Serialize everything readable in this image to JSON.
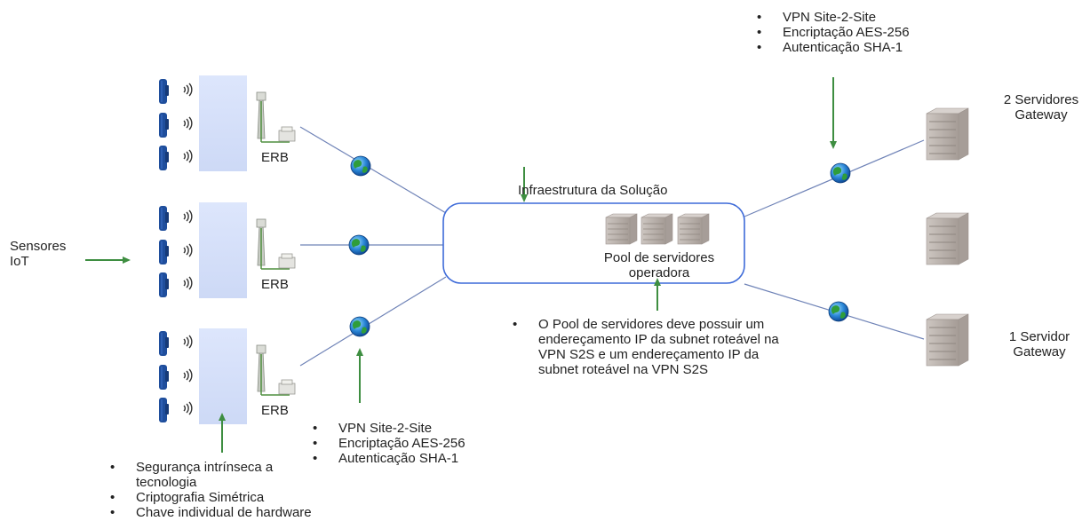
{
  "labels": {
    "sensors": "Sensores\nIoT",
    "erb": "ERB",
    "infra": "Infraestrutura da Solução",
    "pool": "Pool de servidores\noperadora",
    "gateway_two": "2 Servidores\nGateway",
    "gateway_one": "1 Servidor\nGateway"
  },
  "notes": {
    "vpn_top": [
      "VPN Site-2-Site",
      "Encriptação AES-256",
      "Autenticação SHA-1"
    ],
    "vpn_bottom": [
      "VPN Site-2-Site",
      "Encriptação AES-256",
      "Autenticação SHA-1"
    ],
    "security": [
      "Segurança intrínseca a tecnologia",
      "Criptografia Simétrica",
      "Chave individual de hardware"
    ],
    "pool_note": [
      "O Pool de servidores deve possuir um endereçamento IP da subnet roteável na VPN S2S e um endereçamento IP da subnet roteável na VPN S2S"
    ]
  },
  "colors": {
    "arrow": "#3e8e41",
    "link_line": "#6f83b7",
    "panel": "#d6e0fa",
    "sensor": "#1f4e9c",
    "cloud_border": "#3d6ad8",
    "server": "#b5aca6"
  },
  "icons": [
    "sensor-icon",
    "signal-icon",
    "antenna-tower-icon",
    "globe-icon",
    "server-icon",
    "arrow-icon"
  ]
}
